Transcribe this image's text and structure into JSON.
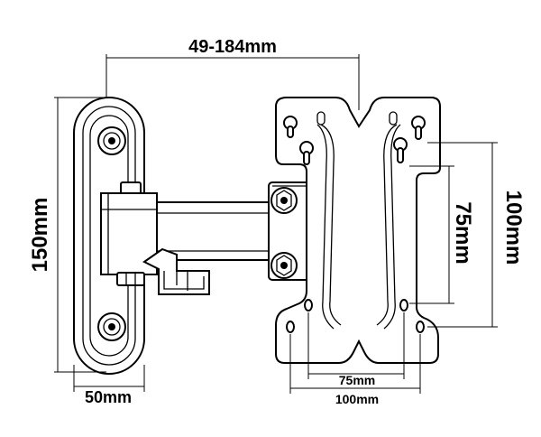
{
  "diagram": {
    "labels": {
      "overall_width": "49-184mm",
      "height_150": "150mm",
      "width_50": "50mm",
      "vesa_100_vertical": "100mm",
      "vesa_75_vertical": "75mm",
      "vesa_75_horizontal": "75mm",
      "vesa_100_horizontal": "100mm"
    },
    "colors": {
      "line": "#000000",
      "background": "#ffffff"
    }
  }
}
